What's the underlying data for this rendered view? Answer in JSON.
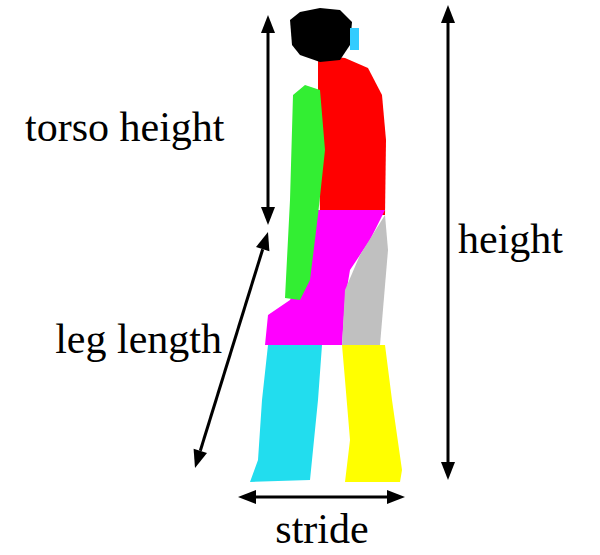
{
  "diagram": {
    "labels": [
      "torso height",
      "leg length",
      "height",
      "stride"
    ]
  }
}
